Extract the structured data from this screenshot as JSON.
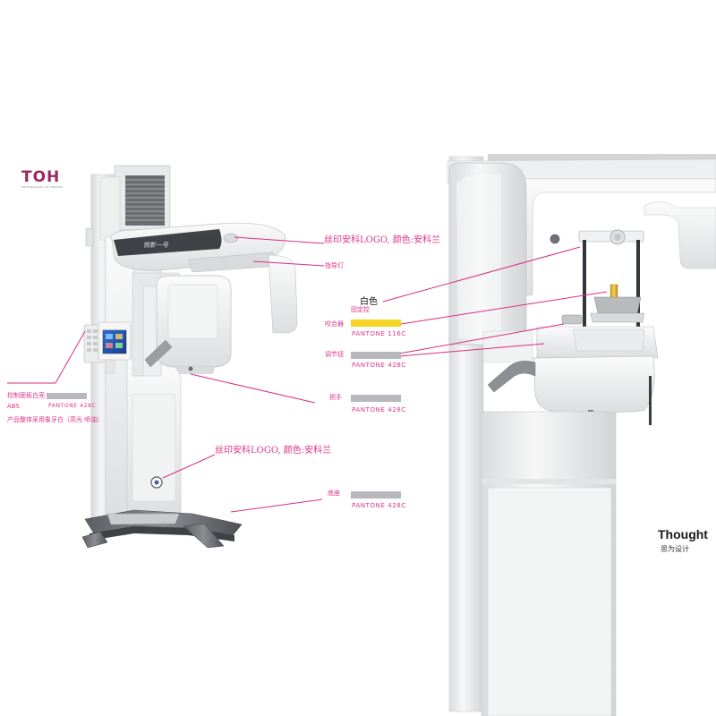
{
  "brand": {
    "logo_text": "TOH",
    "logo_subtext": "TECHNOLOGY OF HEALTH"
  },
  "machine": {
    "arm_script": "悦影一号"
  },
  "signature": {
    "title": "Thought",
    "subtitle": "思为设计"
  },
  "colors": {
    "accent": "#e0328a",
    "pantone_116c": "#f4d425",
    "pantone_428c": "#b6b8bb",
    "callout_line": "#d8307e"
  },
  "annotations": {
    "logo_top": "丝印安科LOGO, 颜色:安科兰",
    "guide_light": "指导灯",
    "white_label": "白色",
    "fixed_rack": "固定控",
    "bite_block": "咬合器",
    "bite_block_pantone": "PANTONE 116C",
    "adjust_knob": "调节钮",
    "adjust_knob_pantone": "PANTONE 428C",
    "control_panel": "控制面板白壳",
    "control_panel_material": "ABS",
    "control_panel_pantone": "PANTONE 428C",
    "body_note": "产品整体采用象牙白（高光  喷油）",
    "handle": "把手",
    "handle_pantone": "PANTONE 428C",
    "logo_side": "丝印安科LOGO, 颜色:安科兰",
    "base": "底座",
    "base_pantone": "PANTONE 428C"
  }
}
